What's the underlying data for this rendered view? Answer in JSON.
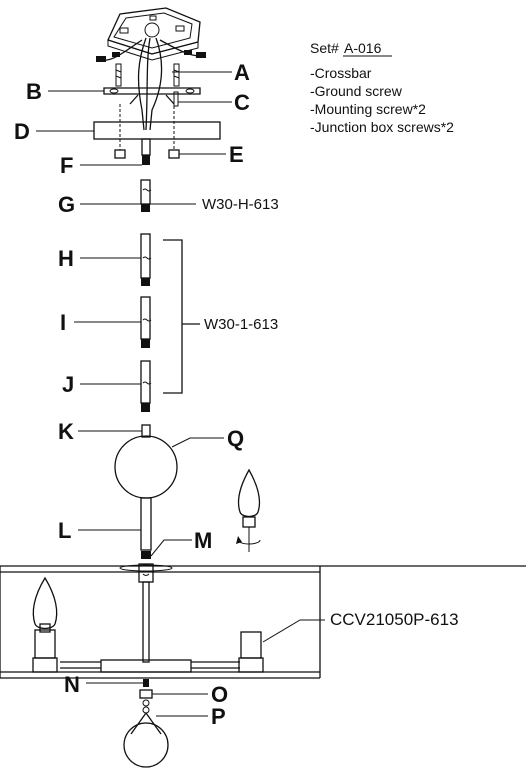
{
  "parts_list": {
    "set_prefix": "Set#",
    "set_code": "A-016",
    "items": [
      "-Crossbar",
      "-Ground screw",
      "-Mounting screw*2",
      "-Junction box screws*2"
    ]
  },
  "labels": {
    "A": "A",
    "B": "B",
    "C": "C",
    "D": "D",
    "E": "E",
    "F": "F",
    "G": "G",
    "H": "H",
    "I": "I",
    "J": "J",
    "K": "K",
    "L": "L",
    "M": "M",
    "N": "N",
    "O": "O",
    "P": "P",
    "Q": "Q"
  },
  "codes": {
    "rod_g": "W30-H-613",
    "rods_hij": "W30-1-613",
    "shade": "CCV21050P-613"
  }
}
